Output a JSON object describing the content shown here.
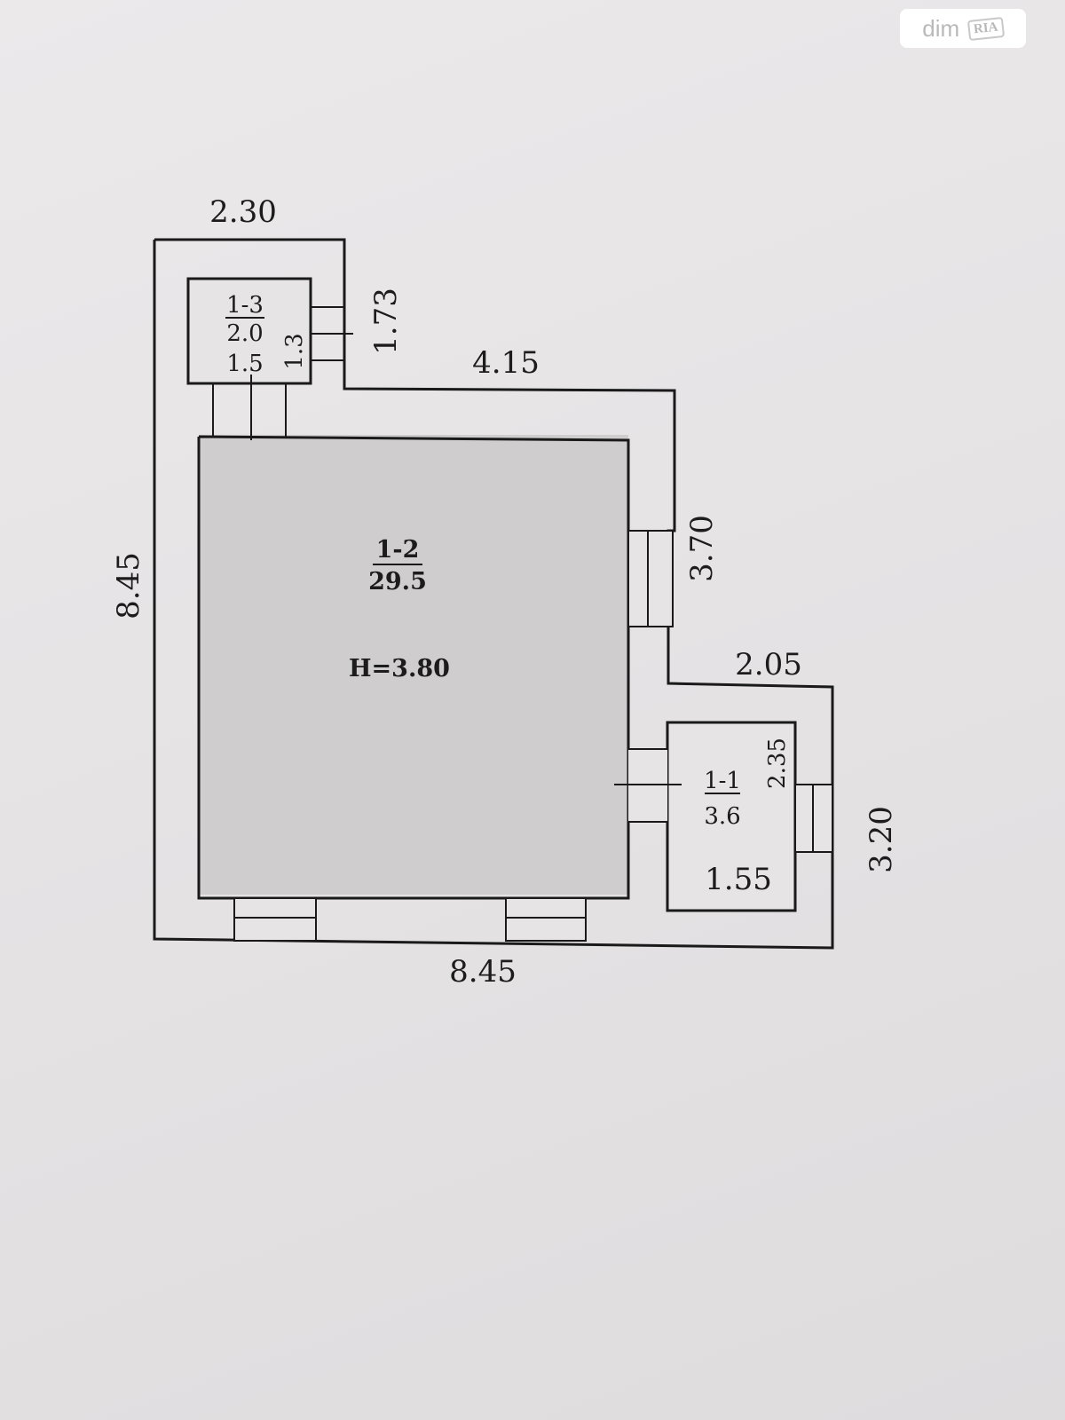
{
  "watermark": {
    "brand": "dim",
    "brand_suffix": "RIA"
  },
  "plan": {
    "rooms": [
      {
        "id": "1-2",
        "area": "29.5",
        "height": "H=3.80"
      },
      {
        "id": "1-3",
        "area": "2.0",
        "width": "1.5",
        "depth": "1.3"
      },
      {
        "id": "1-1",
        "area": "3.6",
        "width": "1.55",
        "depth": "2.35"
      }
    ],
    "dimensions": {
      "top_left": "2.30",
      "top_middle": "4.15",
      "stair_side": "1.73",
      "right_upper": "3.70",
      "right_step": "2.05",
      "right_lower": "3.20",
      "left": "8.45",
      "bottom": "8.45"
    }
  }
}
